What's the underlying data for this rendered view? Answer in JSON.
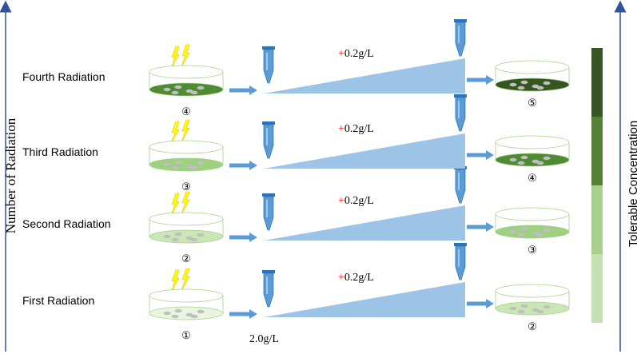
{
  "left_axis_label": "Number of Radiation",
  "right_axis_label": "Tolerable Concentration",
  "start_concentration": "2.0g/L",
  "rows": [
    {
      "label": "First Radiation",
      "increment_sign": "+",
      "increment_value": "0.2g/L",
      "input_dish_number": "①",
      "output_dish_number": "②",
      "input_agar_color": "#eaf5e0",
      "output_agar_color": "#c9e6b4"
    },
    {
      "label": "Second Radiation",
      "increment_sign": "+",
      "increment_value": "0.2g/L",
      "input_dish_number": "②",
      "output_dish_number": "③",
      "input_agar_color": "#c9e6b4",
      "output_agar_color": "#9dd07f"
    },
    {
      "label": "Third  Radiation",
      "increment_sign": "+",
      "increment_value": "0.2g/L",
      "input_dish_number": "③",
      "output_dish_number": "④",
      "input_agar_color": "#9dd07f",
      "output_agar_color": "#4f8a35"
    },
    {
      "label": "Fourth Radiation",
      "increment_sign": "+",
      "increment_value": "0.2g/L",
      "input_dish_number": "④",
      "output_dish_number": "⑤",
      "input_agar_color": "#4f8a35",
      "output_agar_color": "#35571f"
    }
  ],
  "concentration_bar_colors": [
    "#c6e0b4",
    "#a9d18e",
    "#548235",
    "#375623"
  ],
  "colors": {
    "axis": "#2e5597",
    "arrow": "#5b9bd5",
    "wedge": "#9dc3e6",
    "tube": "#5b9bd5",
    "lightning": "#ffff00",
    "increment_sign": "#ff0000",
    "colony": "#bfbfbf"
  }
}
